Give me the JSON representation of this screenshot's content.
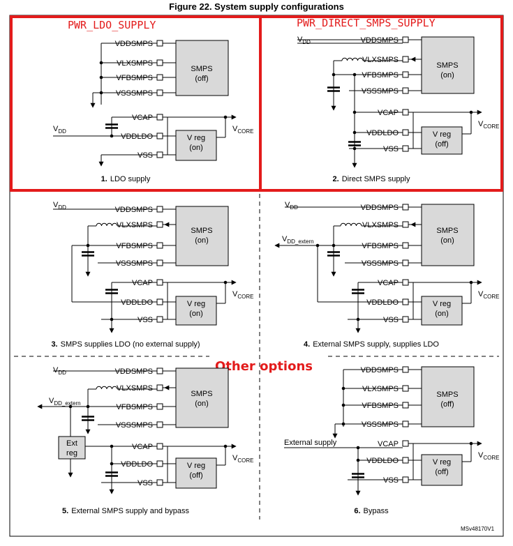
{
  "figure_title": "Figure 22. System supply configurations",
  "annotations": {
    "ldo_supply": "PWR_LDO_SUPPLY",
    "direct_smps_supply": "PWR_DIRECT_SMPS_SUPPLY",
    "other_options": "Other options"
  },
  "pins": {
    "vddsmps": "VDDSMPS",
    "vlxsmps": "VLXSMPS",
    "vfbsmps": "VFBSMPS",
    "vsssmps": "VSSSMPS",
    "vcap": "VCAP",
    "vddldo": "VDDLDO",
    "vss": "VSS"
  },
  "net_labels": {
    "vdd": "V",
    "vdd_sub": "DD",
    "vcore": "V",
    "vcore_sub": "CORE",
    "vdd_extern": "V",
    "vdd_extern_sub": "DD_extern",
    "external_supply": "External supply"
  },
  "blocks": {
    "smps": "SMPS",
    "vreg": "V reg",
    "ext_reg_line1": "Ext",
    "ext_reg_line2": "reg"
  },
  "panels": [
    {
      "num": "1.",
      "caption": "LDO supply",
      "smps_state": "(off)",
      "vreg_state": "(on)"
    },
    {
      "num": "2.",
      "caption": "Direct SMPS supply",
      "smps_state": "(on)",
      "vreg_state": "(off)"
    },
    {
      "num": "3.",
      "caption": "SMPS supplies LDO (no external supply)",
      "smps_state": "(on)",
      "vreg_state": "(on)"
    },
    {
      "num": "4.",
      "caption": "External SMPS supply, supplies LDO",
      "smps_state": "(on)",
      "vreg_state": "(on)"
    },
    {
      "num": "5.",
      "caption": "External SMPS supply and  bypass",
      "smps_state": "(on)",
      "vreg_state": "(off)"
    },
    {
      "num": "6.",
      "caption": "Bypass",
      "smps_state": "(off)",
      "vreg_state": "(off)"
    }
  ],
  "reference": "MSv48170V1",
  "colors": {
    "highlight": "#e31b1b",
    "block_fill": "#d9d9d9",
    "line": "#000000"
  }
}
